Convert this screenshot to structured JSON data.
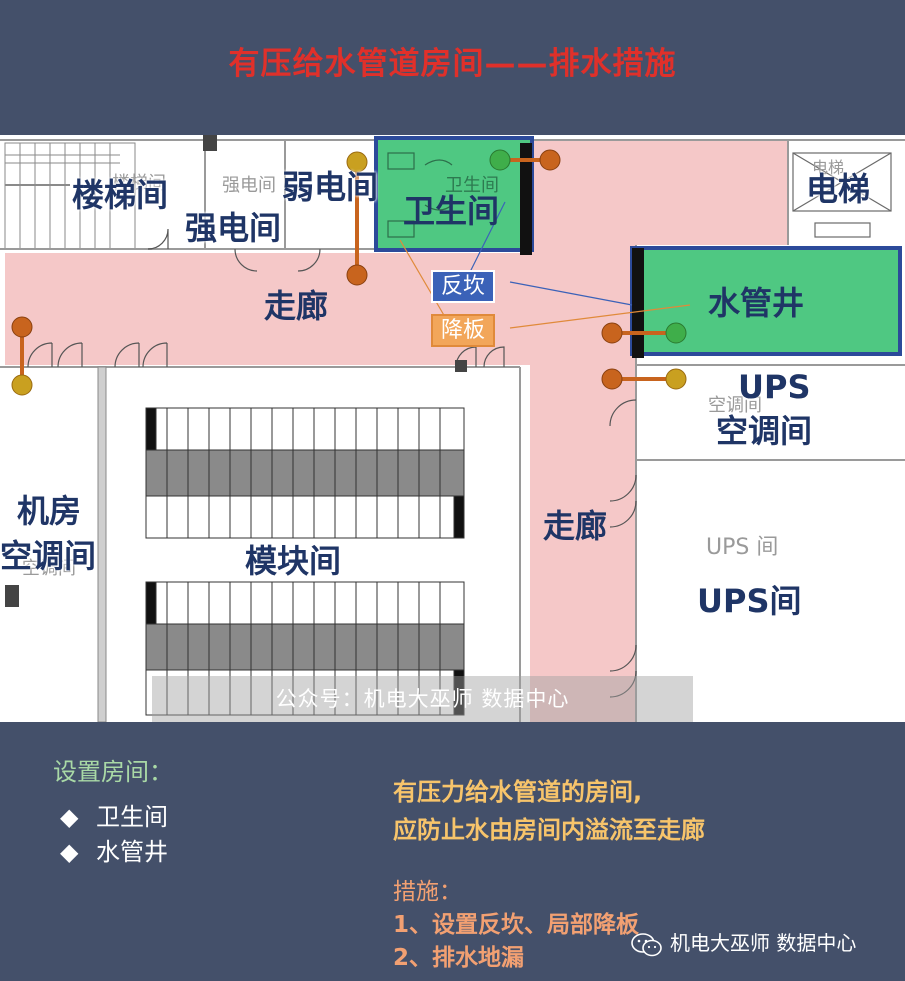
{
  "title": "有压给水管道房间——排水措施",
  "plan": {
    "labels": {
      "stair": "楼梯间",
      "weak": "弱电间",
      "strong": "强电间",
      "toilet": "卫生间",
      "elevator": "电梯",
      "corridor_top": "走廊",
      "pipe_well": "水管井",
      "ups_ac": "UPS\n空调间",
      "ups_ac_line1": "UPS",
      "ups_ac_line2": "空调间",
      "corridor_right": "走廊",
      "machine_ac_line1": "机房",
      "machine_ac_line2": "空调间",
      "module": "模块间",
      "ups_room": "UPS间"
    },
    "ghost_labels": {
      "strong": "强电间",
      "toilet": "卫生间",
      "elevator": "电梯",
      "ups_ac": "空调间",
      "ups_room": "UPS 间",
      "machine_ac": "空调间",
      "stair": "楼梯间"
    },
    "tags": {
      "curb": "反坎",
      "slab": "降板"
    },
    "watermark": "公众号：机电大巫师 数据中心"
  },
  "bottom": {
    "rooms_title": "设置房间：",
    "rooms": [
      "卫生间",
      "水管井"
    ],
    "note_line1": "有压力给水管道的房间,",
    "note_line2": "应防止水由房间内溢流至走廊",
    "measures_title": "措施：",
    "measure1": "1、设置反坎、局部降板",
    "measure2": "2、排水地漏",
    "credit": "机电大巫师 数据中心"
  },
  "colors": {
    "background": "#44506a",
    "title": "#e0302a",
    "corridor": "#f5c8c8",
    "highlight_green": "#4fc882",
    "highlight_border": "#2c4a9a",
    "pipe_orange": "#c8641e",
    "pipe_yellow": "#c9a020",
    "pipe_green": "#3fae4a"
  }
}
